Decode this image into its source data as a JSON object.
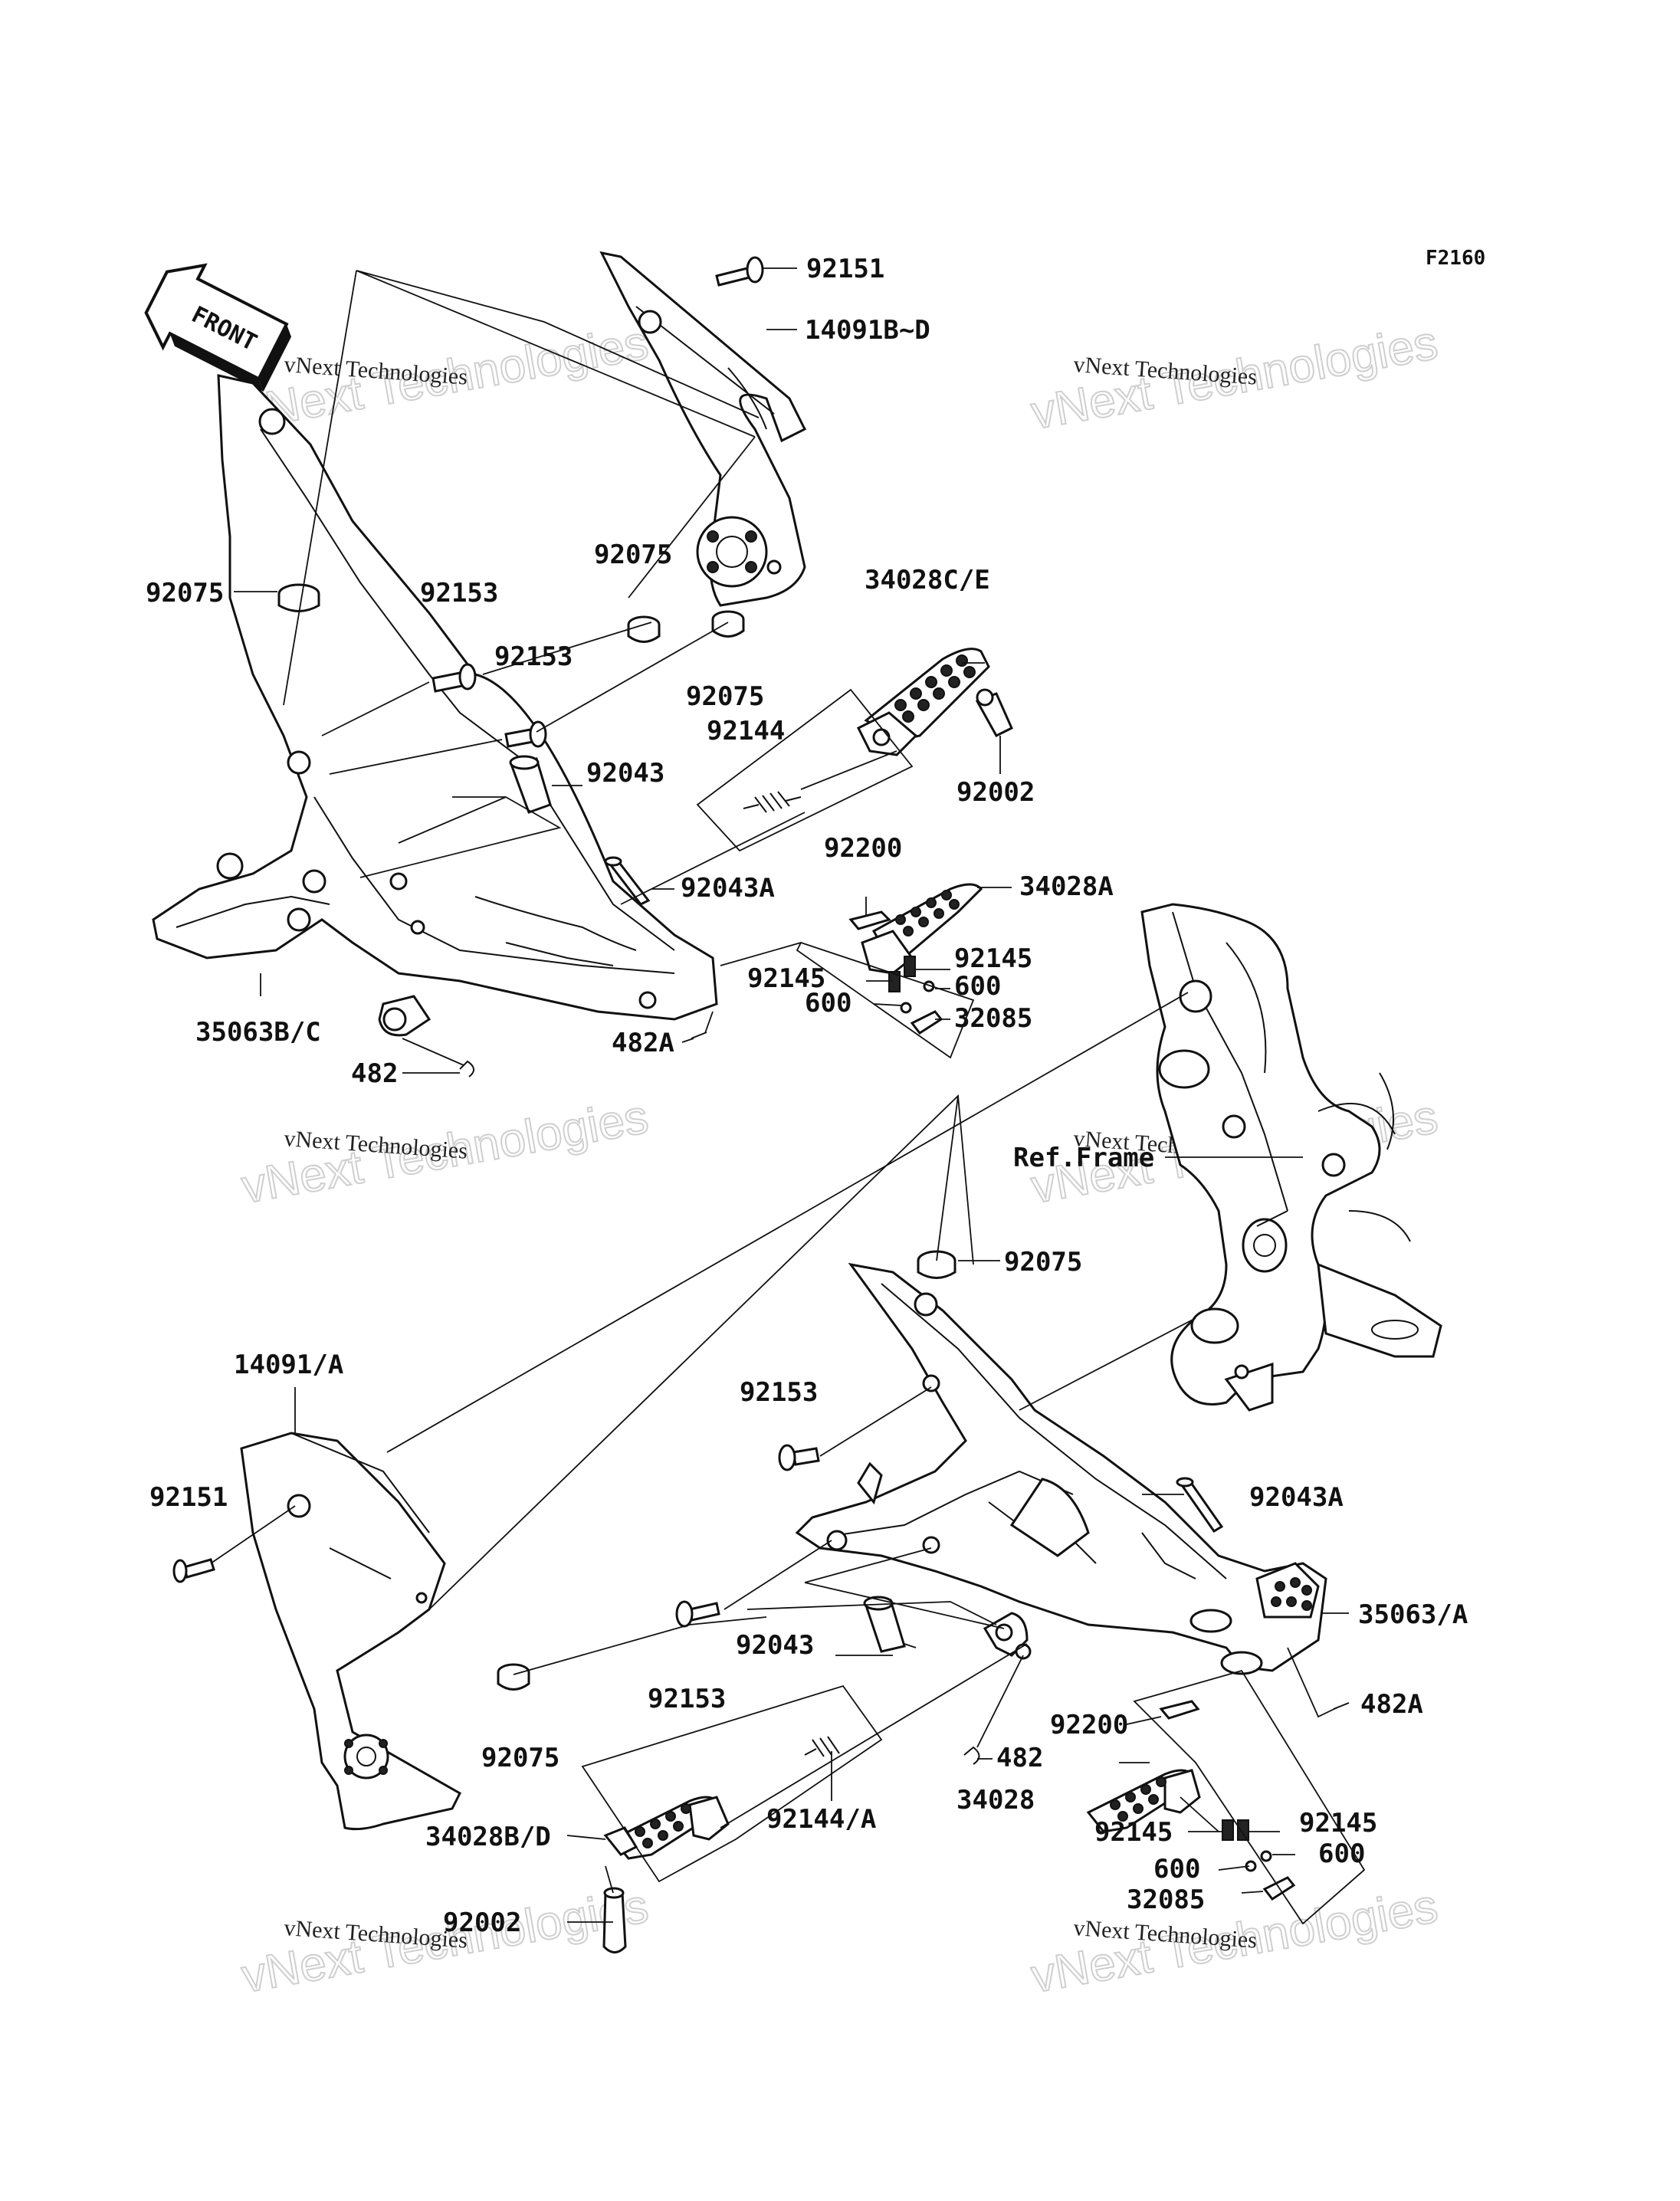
{
  "diagram_code": "F2160",
  "front_arrow_label": "FRONT",
  "ref_label": "Ref.Frame",
  "watermark": {
    "line1": "vNext Technologies",
    "line2": "vNext Technologies"
  },
  "labels": {
    "p92151_top": "92151",
    "p14091BD": "14091B~D",
    "p92075_left": "92075",
    "p92153_a": "92153",
    "p92075_mid": "92075",
    "p34028CE": "34028C/E",
    "p92153_b": "92153",
    "p92075_lower": "92075",
    "p92144": "92144",
    "p92043_top": "92043",
    "p92002_top": "92002",
    "p92200_top": "92200",
    "p92043A_top": "92043A",
    "p34028A": "34028A",
    "p92145_a": "92145",
    "p92145_b": "92145",
    "p600_a": "600",
    "p600_b": "600",
    "p32085_top": "32085",
    "p35063BC": "35063B/C",
    "p482A_top": "482A",
    "p482_top": "482",
    "p92075_bot": "92075",
    "p14091A": "14091/A",
    "p92153_c": "92153",
    "p92043A_bot": "92043A",
    "p92151_bot": "92151",
    "p35063A": "35063/A",
    "p92043_bot": "92043",
    "p92153_d": "92153",
    "p482A_bot": "482A",
    "p92075_bot2": "92075",
    "p92200_bot": "92200",
    "p482_bot": "482",
    "p34028": "34028",
    "p92144A": "92144/A",
    "p92145_c": "92145",
    "p92145_d": "92145",
    "p34028BD": "34028B/D",
    "p600_c": "600",
    "p600_d": "600",
    "p32085_bot": "32085",
    "p92002_bot": "92002"
  }
}
